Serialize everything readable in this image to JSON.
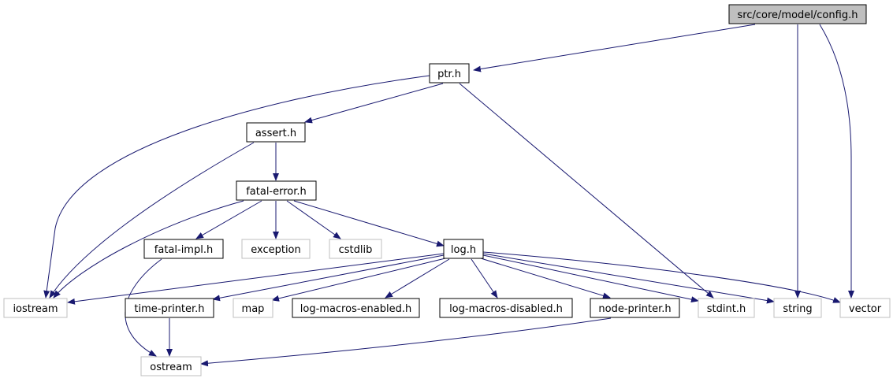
{
  "diagram": {
    "nodes": [
      {
        "id": "config",
        "label": "src/core/model/config.h",
        "style": "root"
      },
      {
        "id": "ptr",
        "label": "ptr.h",
        "style": "documented"
      },
      {
        "id": "assert",
        "label": "assert.h",
        "style": "documented"
      },
      {
        "id": "fatal_error",
        "label": "fatal-error.h",
        "style": "documented"
      },
      {
        "id": "fatal_impl",
        "label": "fatal-impl.h",
        "style": "documented"
      },
      {
        "id": "exception",
        "label": "exception",
        "style": "system"
      },
      {
        "id": "cstdlib",
        "label": "cstdlib",
        "style": "system"
      },
      {
        "id": "log",
        "label": "log.h",
        "style": "documented"
      },
      {
        "id": "iostream",
        "label": "iostream",
        "style": "system"
      },
      {
        "id": "time_printer",
        "label": "time-printer.h",
        "style": "documented"
      },
      {
        "id": "map",
        "label": "map",
        "style": "system"
      },
      {
        "id": "log_macros_enabled",
        "label": "log-macros-enabled.h",
        "style": "documented"
      },
      {
        "id": "log_macros_disabled",
        "label": "log-macros-disabled.h",
        "style": "documented"
      },
      {
        "id": "node_printer",
        "label": "node-printer.h",
        "style": "documented"
      },
      {
        "id": "stdint",
        "label": "stdint.h",
        "style": "system"
      },
      {
        "id": "string",
        "label": "string",
        "style": "system"
      },
      {
        "id": "vector",
        "label": "vector",
        "style": "system"
      },
      {
        "id": "ostream",
        "label": "ostream",
        "style": "system"
      }
    ],
    "edges": [
      {
        "from": "config",
        "to": "ptr"
      },
      {
        "from": "config",
        "to": "string"
      },
      {
        "from": "config",
        "to": "vector"
      },
      {
        "from": "ptr",
        "to": "iostream"
      },
      {
        "from": "ptr",
        "to": "assert"
      },
      {
        "from": "ptr",
        "to": "stdint"
      },
      {
        "from": "assert",
        "to": "iostream"
      },
      {
        "from": "assert",
        "to": "fatal_error"
      },
      {
        "from": "fatal_error",
        "to": "iostream"
      },
      {
        "from": "fatal_error",
        "to": "fatal_impl"
      },
      {
        "from": "fatal_error",
        "to": "exception"
      },
      {
        "from": "fatal_error",
        "to": "cstdlib"
      },
      {
        "from": "fatal_error",
        "to": "log"
      },
      {
        "from": "fatal_impl",
        "to": "ostream"
      },
      {
        "from": "log",
        "to": "iostream"
      },
      {
        "from": "log",
        "to": "time_printer"
      },
      {
        "from": "log",
        "to": "map"
      },
      {
        "from": "log",
        "to": "log_macros_enabled"
      },
      {
        "from": "log",
        "to": "log_macros_disabled"
      },
      {
        "from": "log",
        "to": "node_printer"
      },
      {
        "from": "log",
        "to": "stdint"
      },
      {
        "from": "log",
        "to": "string"
      },
      {
        "from": "log",
        "to": "vector"
      },
      {
        "from": "time_printer",
        "to": "ostream"
      },
      {
        "from": "node_printer",
        "to": "ostream"
      }
    ],
    "colors": {
      "edge": "#191970",
      "root_fill": "#bfbfbf",
      "documented_border": "#000000",
      "system_border": "#bfbfbf",
      "text": "#000000"
    }
  }
}
